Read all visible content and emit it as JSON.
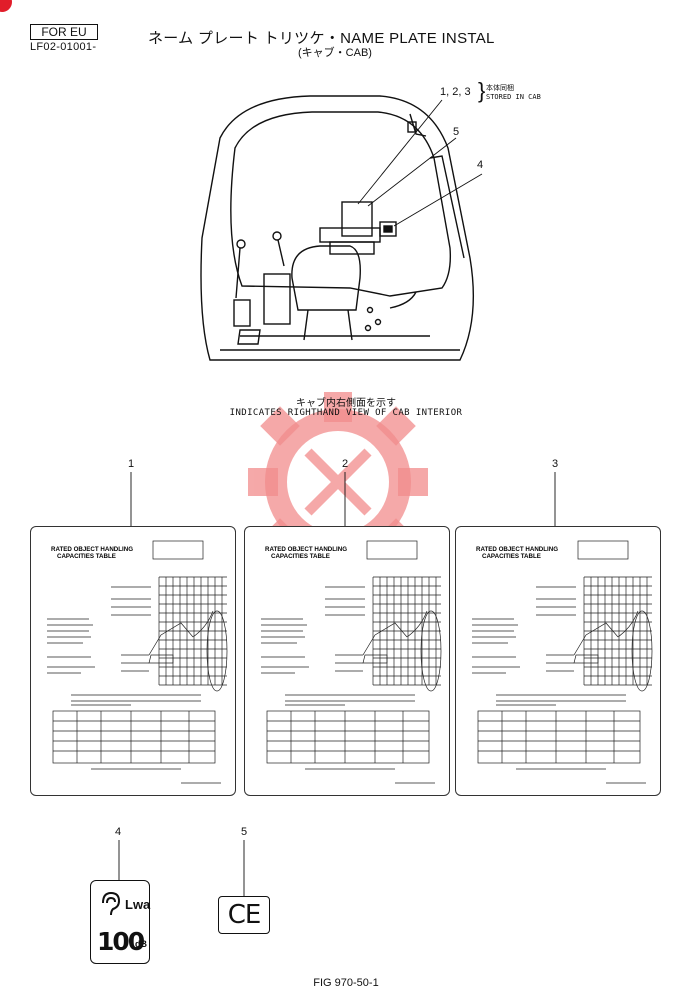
{
  "header": {
    "region_tag": "FOR EU",
    "part_code": "LF02-01001-",
    "title": "ネーム プレート トリツケ・NAME PLATE INSTAL",
    "subtitle": "(キャブ・CAB)"
  },
  "cab_view": {
    "callout_123": "1, 2, 3",
    "stored_jp": "本体同梱",
    "stored_en": "STORED IN CAB",
    "callout_5": "5",
    "callout_4": "4",
    "caption_jp": "キャブ内右側面を示す",
    "caption_en": "INDICATES RIGHTHAND VIEW OF CAB INTERIOR"
  },
  "plates": [
    {
      "number": "1",
      "heading_line1": "RATED OBJECT HANDLING",
      "heading_line2": "CAPACITIES TABLE"
    },
    {
      "number": "2",
      "heading_line1": "RATED OBJECT HANDLING",
      "heading_line2": "CAPACITIES TABLE"
    },
    {
      "number": "3",
      "heading_line1": "RATED OBJECT HANDLING",
      "heading_line2": "CAPACITIES TABLE"
    }
  ],
  "labels": {
    "item4_number": "4",
    "item5_number": "5",
    "lwa": "Lwa",
    "db_value": "100",
    "db_unit": "dB",
    "ce_mark": "CE"
  },
  "footer": {
    "figure": "FIG 970-50-1"
  },
  "colors": {
    "watermark": "#f28c8c",
    "line": "#111111"
  }
}
